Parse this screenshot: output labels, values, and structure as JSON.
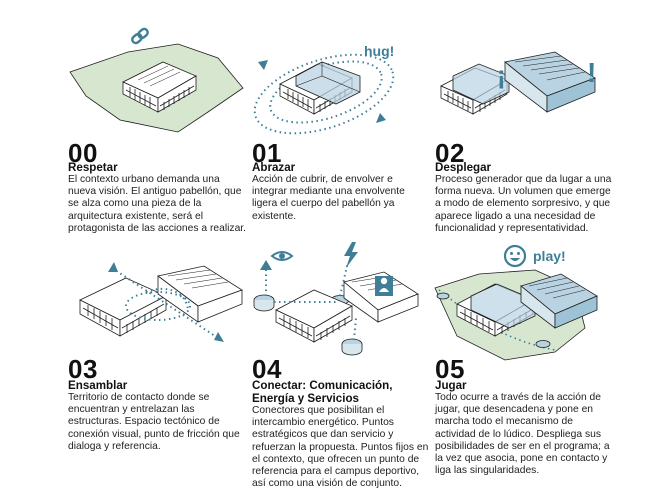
{
  "colors": {
    "accent": "#3e7f97",
    "accent_light": "#b9d3e3",
    "ground": "#d7e7cf",
    "building": "#ffffff",
    "line": "#1e1e1e"
  },
  "steps": [
    {
      "number": "00",
      "title": "Respetar",
      "text": "El contexto urbano demanda una nueva visión. El antiguo pabellón, que se alza como una pieza de la arquitectura existente, será el protagonista de las acciones a realizar.",
      "icon": "chain-link-icon"
    },
    {
      "number": "01",
      "title": "Abrazar",
      "text": "Acción de cubrir, de envolver e integrar mediante una envolvente ligera el cuerpo del pabellón ya existente.",
      "callout": "hug!"
    },
    {
      "number": "02",
      "title": "Desplegar",
      "text": "Proceso generador que da lugar a una forma nueva. Un volumen que emerge a modo de elemento sorpresivo, y que aparece ligado a una necesidad de funcionalidad y representatividad.",
      "callout_left": "¡",
      "callout_right": "!"
    },
    {
      "number": "03",
      "title": "Ensamblar",
      "text": "Territorio de contacto donde se encuentran y entrelazan las estructuras. Espacio tectónico de conexión visual, punto de fricción que dialoga y referencia."
    },
    {
      "number": "04",
      "title": "Conectar: Comunicación, Energía y Servicios",
      "text": "Conectores que posibilitan el intercambio energético. Puntos estratégicos que dan servicio y refuerzan la propuesta. Puntos fijos en el contexto, que ofrecen un punto de referencia para el campus deportivo, así como una visión de conjunto.",
      "icons": [
        "eye-icon",
        "lightning-icon",
        "person-icon"
      ]
    },
    {
      "number": "05",
      "title": "Jugar",
      "text": "Todo ocurre a través de la acción de jugar, que desencadena y pone en marcha todo el mecanismo de actividad de lo lúdico. Despliega sus posibilidades de ser en el programa; a la vez que asocia, pone en contacto y liga las singularidades.",
      "callout": "play!",
      "icon": "smiley-icon"
    }
  ]
}
